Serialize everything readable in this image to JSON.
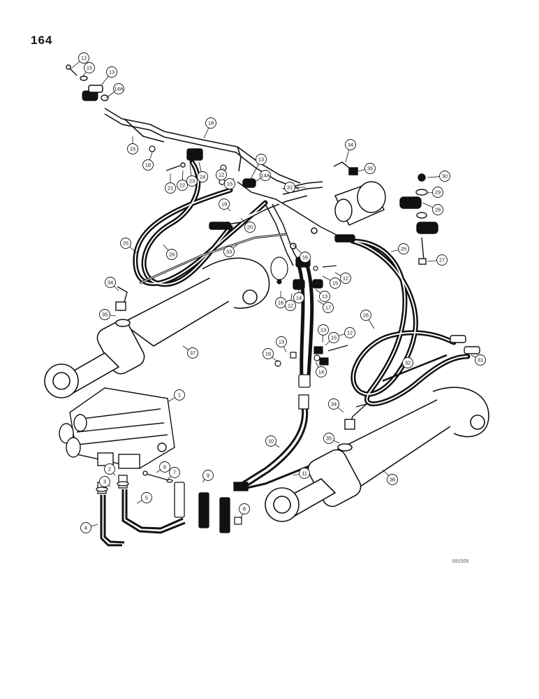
{
  "page": {
    "number": "164",
    "figure_code": "691505"
  },
  "callouts": [
    {
      "n": "12"
    },
    {
      "n": "15"
    },
    {
      "n": "13"
    },
    {
      "n": "14A"
    },
    {
      "n": "18"
    },
    {
      "n": "15"
    },
    {
      "n": "16"
    },
    {
      "n": "21"
    },
    {
      "n": "22"
    },
    {
      "n": "23"
    },
    {
      "n": "24"
    },
    {
      "n": "12"
    },
    {
      "n": "15"
    },
    {
      "n": "13"
    },
    {
      "n": "14A"
    },
    {
      "n": "34"
    },
    {
      "n": "35"
    },
    {
      "n": "31"
    },
    {
      "n": "30"
    },
    {
      "n": "29"
    },
    {
      "n": "28"
    },
    {
      "n": "27"
    },
    {
      "n": "25"
    },
    {
      "n": "26"
    },
    {
      "n": "19"
    },
    {
      "n": "20"
    },
    {
      "n": "33"
    },
    {
      "n": "16"
    },
    {
      "n": "25"
    },
    {
      "n": "15"
    },
    {
      "n": "12"
    },
    {
      "n": "13"
    },
    {
      "n": "16"
    },
    {
      "n": "12"
    },
    {
      "n": "14"
    },
    {
      "n": "17"
    },
    {
      "n": "34"
    },
    {
      "n": "35"
    },
    {
      "n": "37"
    },
    {
      "n": "26"
    },
    {
      "n": "13"
    },
    {
      "n": "15"
    },
    {
      "n": "12"
    },
    {
      "n": "13"
    },
    {
      "n": "16"
    },
    {
      "n": "14"
    },
    {
      "n": "32"
    },
    {
      "n": "31"
    },
    {
      "n": "1"
    },
    {
      "n": "10"
    },
    {
      "n": "34"
    },
    {
      "n": "35"
    },
    {
      "n": "11"
    },
    {
      "n": "36"
    },
    {
      "n": "6"
    },
    {
      "n": "7"
    },
    {
      "n": "9"
    },
    {
      "n": "2"
    },
    {
      "n": "3"
    },
    {
      "n": "5"
    },
    {
      "n": "4"
    },
    {
      "n": "8"
    }
  ]
}
